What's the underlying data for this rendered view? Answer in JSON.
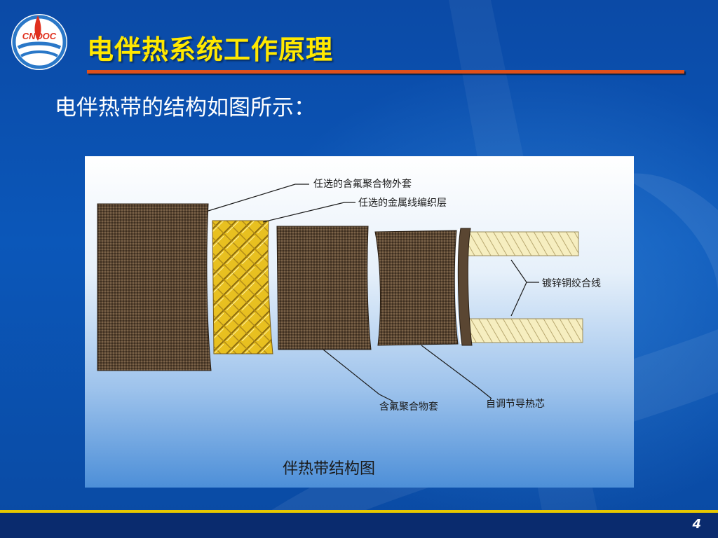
{
  "slide": {
    "title": "电伴热系统工作原理",
    "subtitle": "电伴热带的结构如图所示：",
    "page_number": "4"
  },
  "logo": {
    "text": "CNOOC",
    "colors": {
      "ring": "#2a78c8",
      "accent": "#e0301e"
    }
  },
  "figure": {
    "caption": "伴热带结构图",
    "labels": {
      "outer_jacket": "任选的含氟聚合物外套",
      "metal_braid": "任选的金属线编织层",
      "copper_wire": "镀锌铜绞合线",
      "fluoropolymer_jacket": "含氟聚合物套",
      "self_regulating_core": "自调节导热芯"
    }
  },
  "colors": {
    "title": "#ffe800",
    "title_rule": "#e0501a",
    "jacket": "#5a4632",
    "braid": "#e8c020",
    "wire": "#f6eec0",
    "bottom_rule": "#e8c800"
  }
}
